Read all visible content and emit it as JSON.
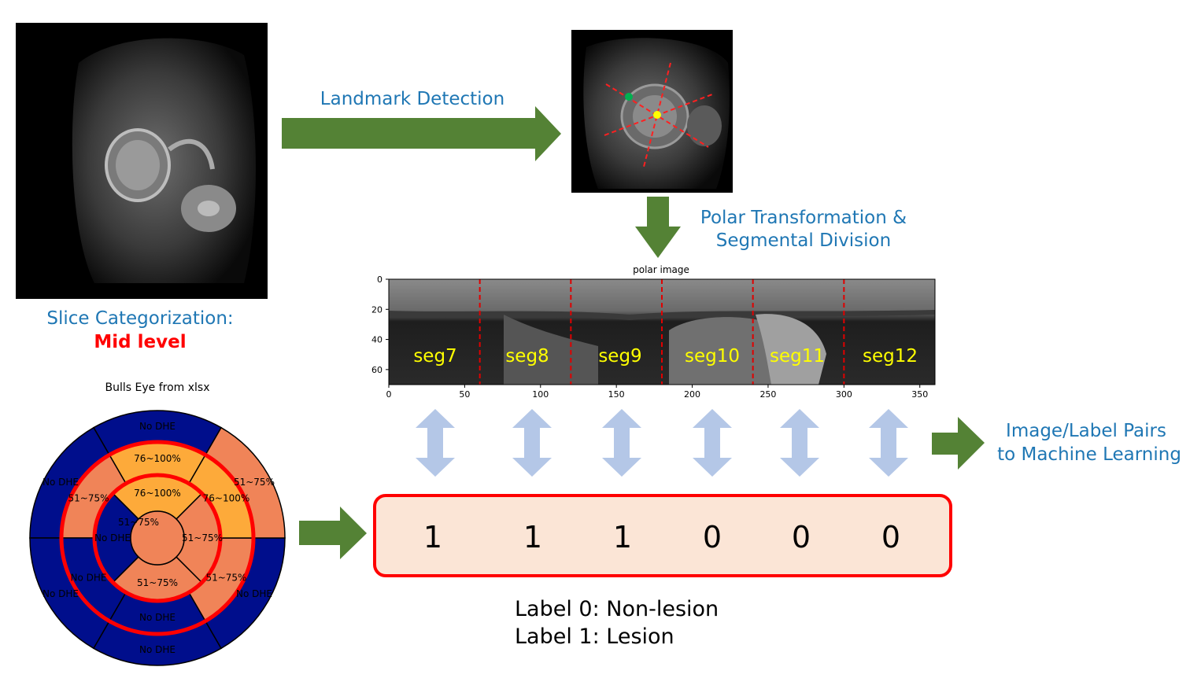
{
  "colors": {
    "accent_blue": "#1f77b4",
    "red": "#ff0000",
    "arrow_green": "#548235",
    "double_arrow": "#b4c7e7",
    "label_box_fill": "#fbe5d6",
    "segment_label": "#ffff00",
    "navy": "#000e8c",
    "orange": "#f08458",
    "light_orange": "#fdaa3a"
  },
  "steps": {
    "landmark": "Landmark Detection",
    "polar_line1": "Polar Transformation &",
    "polar_line2": "Segmental Division",
    "slice_line1": "Slice Categorization:",
    "slice_line2": "Mid level",
    "pairs_line1": "Image/Label Pairs",
    "pairs_line2": "to Machine Learning"
  },
  "polar": {
    "title": "polar image",
    "segments": [
      "seg7",
      "seg8",
      "seg9",
      "seg10",
      "seg11",
      "seg12"
    ],
    "xticks": [
      "0",
      "50",
      "100",
      "150",
      "200",
      "250",
      "300",
      "350"
    ],
    "yticks": [
      "0",
      "20",
      "40",
      "60"
    ]
  },
  "labels": [
    "1",
    "1",
    "1",
    "0",
    "0",
    "0"
  ],
  "legend": {
    "line1": "Label 0: Non-lesion",
    "line2": "Label 1: Lesion"
  },
  "bullseye": {
    "title": "Bulls Eye from xlsx",
    "outer": [
      "No DHE",
      "No DHE",
      "No DHE",
      "No DHE",
      "No DHE",
      "51~75%"
    ],
    "middle": [
      "76~100%",
      "51~75%",
      "No DHE",
      "No DHE",
      "51~75%",
      "76~100%"
    ],
    "inner": [
      "76~100%",
      "No DHE",
      "51~75%",
      "51~75%"
    ],
    "apex": [
      "51~75%"
    ]
  }
}
